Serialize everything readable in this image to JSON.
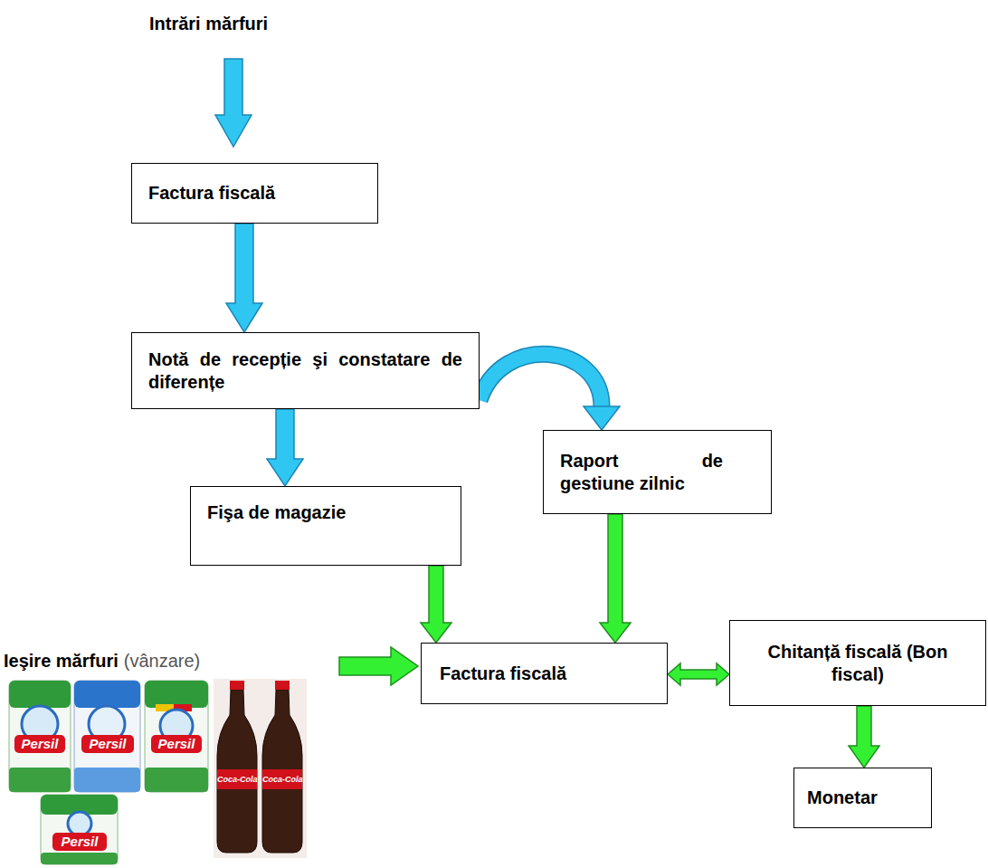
{
  "diagram": {
    "nodes": [
      {
        "text": [
          "Factura fiscală"
        ]
      },
      {
        "text": [
          "Notă de recepție şi constatare de diferențe"
        ]
      },
      {
        "text": [
          "Fişa de magazie"
        ]
      },
      {
        "text": [
          "Raport de gestiune zilnic"
        ]
      },
      {
        "text": [
          "Factura fiscală"
        ]
      },
      {
        "text": [
          "Chitanță fiscală (Bon fiscal)"
        ]
      },
      {
        "text": [
          "Monetar"
        ]
      }
    ],
    "edges": [
      {
        "from": 0,
        "to": 1,
        "arrow": "to"
      },
      {
        "from": 1,
        "to": 2,
        "arrow": "to"
      },
      {
        "from": 1,
        "to": 3,
        "arrow": "to"
      },
      {
        "from": 2,
        "to": 4,
        "arrow": "to"
      },
      {
        "from": 3,
        "to": 4,
        "arrow": "to"
      },
      {
        "from": 4,
        "to": 5,
        "arrow": "both"
      },
      {
        "from": 5,
        "to": 6,
        "arrow": "to"
      }
    ],
    "labels": [
      "Intrări mărfuri",
      "Ieşire mărfuri",
      "(vânzare)",
      "Persil",
      "Persil",
      "Persil",
      "Persil",
      "Coca-Cola",
      "Coca-Cola"
    ]
  }
}
